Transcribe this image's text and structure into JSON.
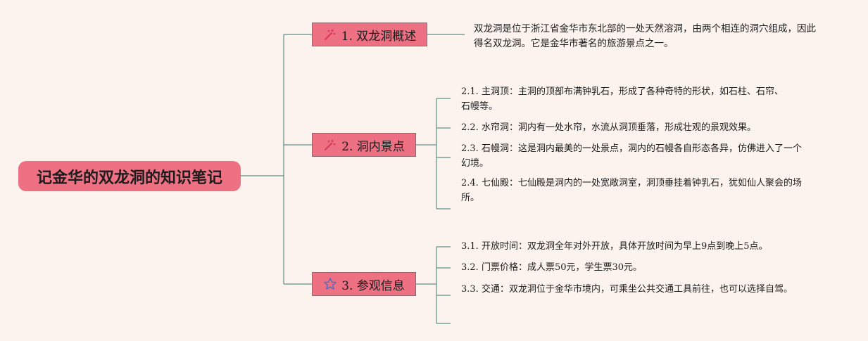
{
  "root": {
    "title": "记金华的双龙洞的知识笔记"
  },
  "branches": [
    {
      "label": "1. 双龙洞概述",
      "icon": "magic-wand-icon"
    },
    {
      "label": "2. 洞内景点",
      "icon": "magic-wand-icon"
    },
    {
      "label": "3. 参观信息",
      "icon": "star-outline-icon"
    }
  ],
  "leaves": {
    "overview": "双龙洞是位于浙江省金华市东北部的一处天然溶洞，由两个相连的洞穴组成，因此得名双龙洞。它是金华市著名的旅游景点之一。",
    "attractions": [
      "2.1. 主洞顶：主洞的顶部布满钟乳石，形成了各种奇特的形状，如石柱、石帘、石幔等。",
      "2.2. 水帘洞：洞内有一处水帘，水流从洞顶垂落，形成壮观的景观效果。",
      "2.3. 石幔洞：这是洞内最美的一处景点，洞内的石幔各自形态各异，仿佛进入了一个幻境。",
      "2.4. 七仙殿：七仙殿是洞内的一处宽敞洞室，洞顶垂挂着钟乳石，犹如仙人聚会的场所。"
    ],
    "visit": [
      "3.1. 开放时间：双龙洞全年对外开放，具体开放时间为早上9点到晚上5点。",
      "3.2. 门票价格：成人票50元，学生票30元。",
      "3.3. 交通：双龙洞位于金华市境内，可乘坐公共交通工具前往，也可以选择自驾。"
    ]
  },
  "colors": {
    "node_fill": "#ed7083",
    "line": "#5c8e86",
    "background": "#fdf3ee",
    "wand": "#d93a58",
    "star": "#4a6fc4"
  }
}
